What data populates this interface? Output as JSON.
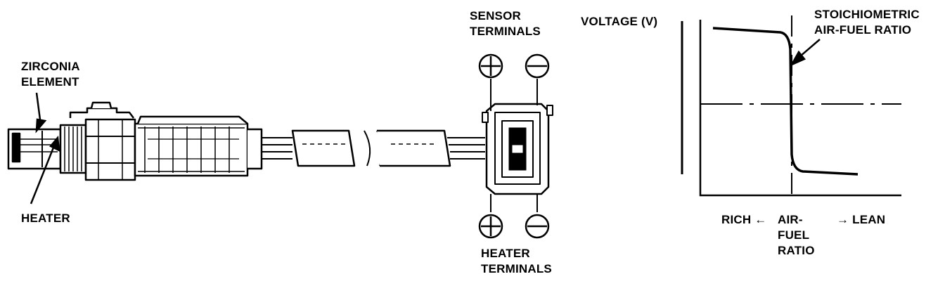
{
  "labels": {
    "zirconia_element": [
      "ZIRCONIA",
      "ELEMENT"
    ],
    "heater": "HEATER",
    "sensor_terminals": [
      "SENSOR",
      "TERMINALS"
    ],
    "heater_terminals": [
      "HEATER",
      "TERMINALS"
    ]
  },
  "graph": {
    "y_axis_label": "VOLTAGE (V)",
    "stoich_label": [
      "STOICHIOMETRIC",
      "AIR-FUEL RATIO"
    ],
    "x_axis_label": [
      "AIR-",
      "FUEL",
      "RATIO"
    ],
    "rich_label": "RICH ←",
    "lean_label": "→ LEAN"
  },
  "terminal_symbols": {
    "positive": "+",
    "negative": "−"
  }
}
